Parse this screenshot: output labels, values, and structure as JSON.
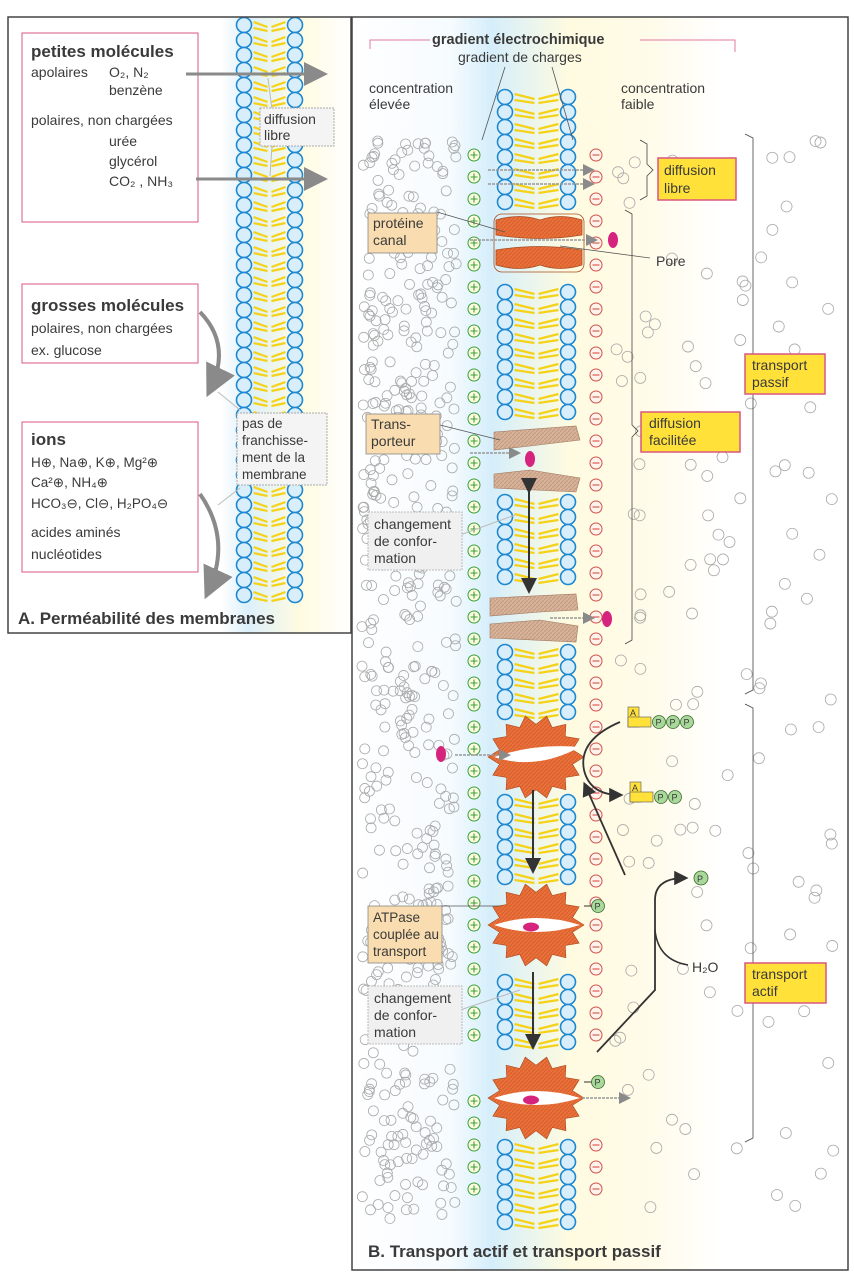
{
  "colors": {
    "head_blue": "#1e88d0",
    "head_fill": "#d8eefb",
    "tail_yellow": "#f5d21a",
    "box_pink": "#d9577f",
    "label_yellow": "#ffe13a",
    "label_tan": "#f9ddb0",
    "protein_orange": "#e9703a",
    "carrier_tan": "#cfa88c",
    "solute_magenta": "#d6237e",
    "plus_green": "#3aa03a",
    "minus_red": "#d0504a",
    "phosphate_green": "#a8d89a",
    "arrow_gray": "#8a8a8a",
    "frame": "#444444",
    "bracket": "#e07aa0"
  },
  "panelA": {
    "title": "A. Perméabilité des membranes",
    "small": {
      "heading": "petites molécules",
      "apolar_label": "apolaires",
      "apolar_items": "O₂, N₂",
      "apolar_items2": "benzène",
      "polar_label": "polaires, non chargées",
      "polar_items": [
        "urée",
        "glycérol",
        "CO₂ , NH₃"
      ]
    },
    "diffusion_label": [
      "diffusion",
      "libre"
    ],
    "large": {
      "heading": "grosses molécules",
      "line1": "polaires, non chargées",
      "line2": "ex. glucose"
    },
    "ions": {
      "heading": "ions",
      "line1": "H⊕, Na⊕, K⊕, Mg²⊕",
      "line2": "Ca²⊕, NH₄⊕",
      "line3": "HCO₃⊖, Cl⊖, H₂PO₄⊖",
      "line4": "acides aminés",
      "line5": "nucléotides"
    },
    "no_cross_label": [
      "pas de",
      "franchisse-",
      "ment de la",
      "membrane"
    ]
  },
  "panelB": {
    "title": "B. Transport actif et transport passif",
    "gradient_title": "gradient électrochimique",
    "charge_gradient": "gradient de charges",
    "conc_high": [
      "concentration",
      "élevée"
    ],
    "conc_low": [
      "concentration",
      "faible"
    ],
    "free_diffusion": [
      "diffusion",
      "libre"
    ],
    "channel_protein": [
      "protéine",
      "canal"
    ],
    "pore": "Pore",
    "carrier": [
      "Trans-",
      "porteur"
    ],
    "conformation_change": [
      "changement",
      "de confor-",
      "mation"
    ],
    "facilitated_diffusion": [
      "diffusion",
      "facilitée"
    ],
    "passive_transport": [
      "transport",
      "passif"
    ],
    "atpase": [
      "ATPase",
      "couplée au",
      "transport"
    ],
    "active_transport": [
      "transport",
      "actif"
    ],
    "water": "H₂O",
    "atp_letter": "A",
    "phosphate": "P"
  }
}
